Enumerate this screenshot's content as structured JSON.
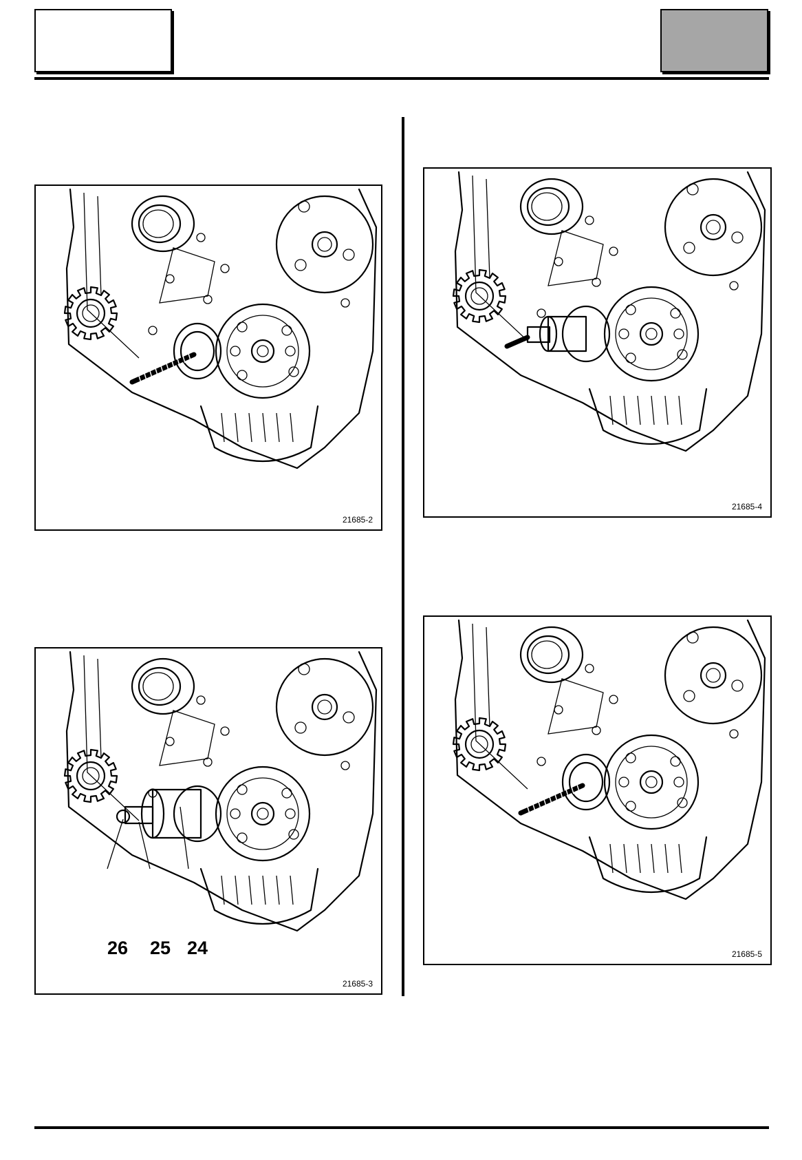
{
  "header": {
    "left_box_text": "",
    "right_box_text": "",
    "right_box_color": "#a6a6a6"
  },
  "figures": [
    {
      "id": "fig1",
      "ref": "21685-2",
      "tool": "threaded-rod"
    },
    {
      "id": "fig2",
      "ref": "21685-3",
      "tool": "puller-assembly",
      "callouts": [
        "26",
        "25",
        "24"
      ]
    },
    {
      "id": "fig3",
      "ref": "21685-4",
      "tool": "installer-sleeve"
    },
    {
      "id": "fig4",
      "ref": "21685-5",
      "tool": "threaded-rod-with-seal"
    }
  ]
}
